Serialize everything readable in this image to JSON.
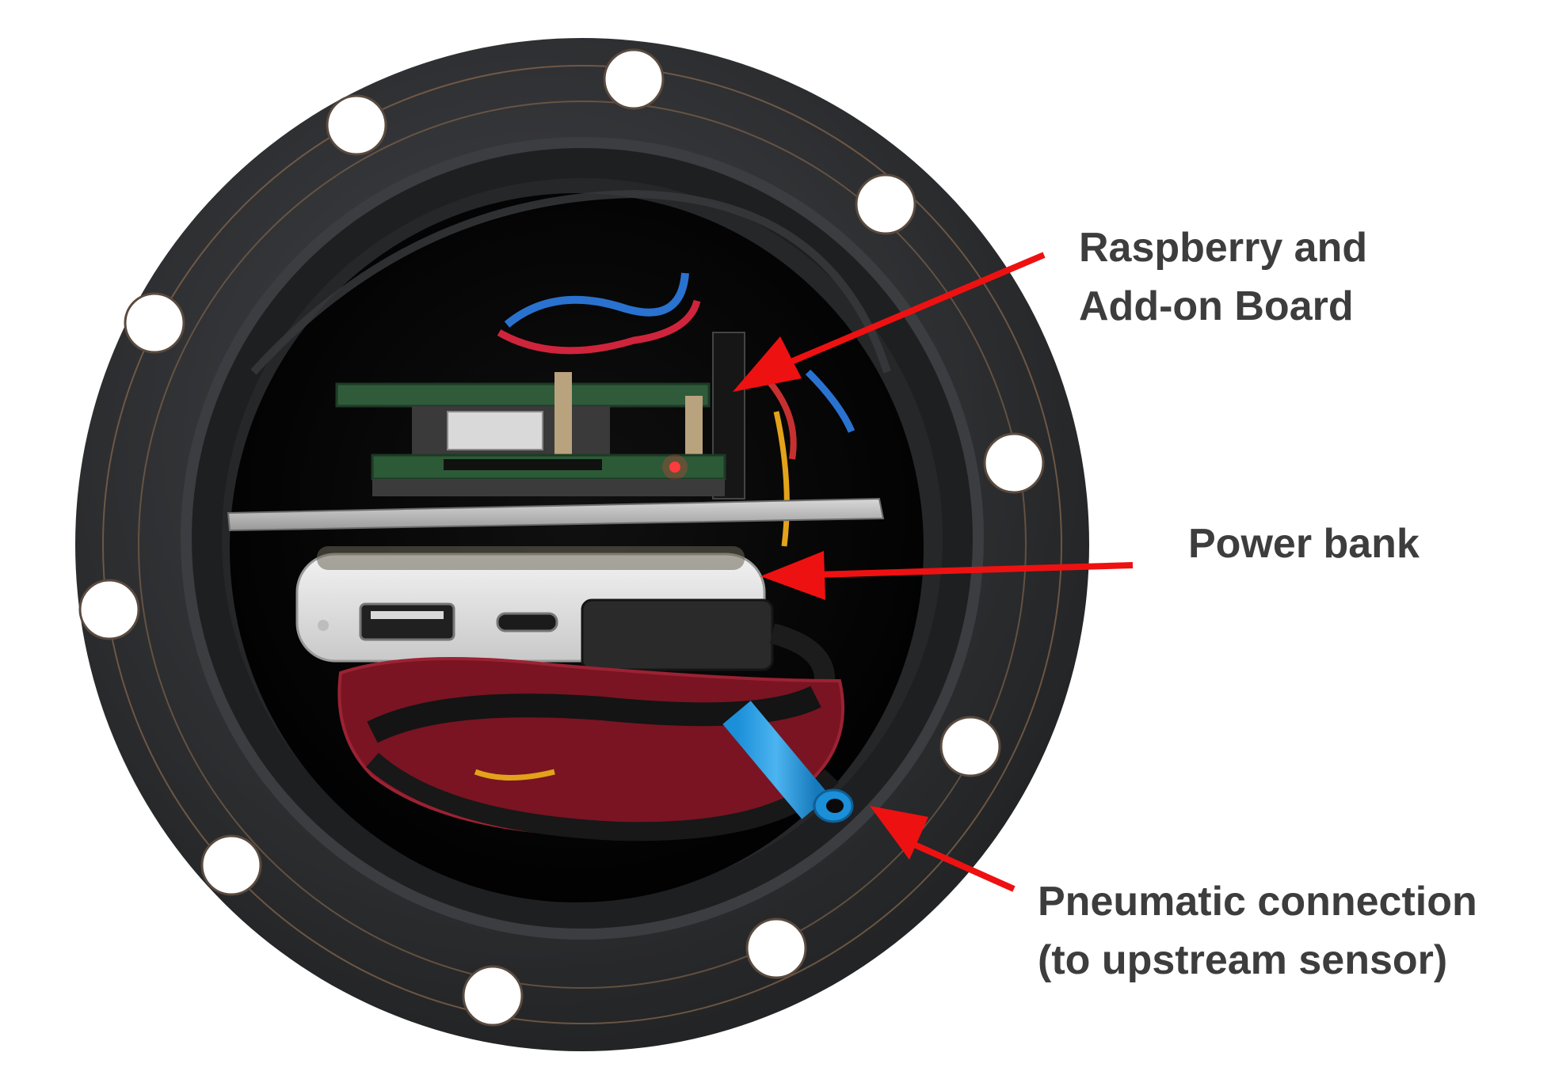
{
  "annotations": {
    "raspberry": {
      "line1": "Raspberry and",
      "line2": "Add-on Board"
    },
    "power_bank": {
      "line1": "Power bank"
    },
    "pneumatic": {
      "line1": "Pneumatic connection",
      "line2": "(to upstream sensor)"
    }
  },
  "colors": {
    "arrow": "#ee1111",
    "label_text": "#3d3d3d",
    "flange": "#2f3033",
    "background": "#ffffff"
  }
}
